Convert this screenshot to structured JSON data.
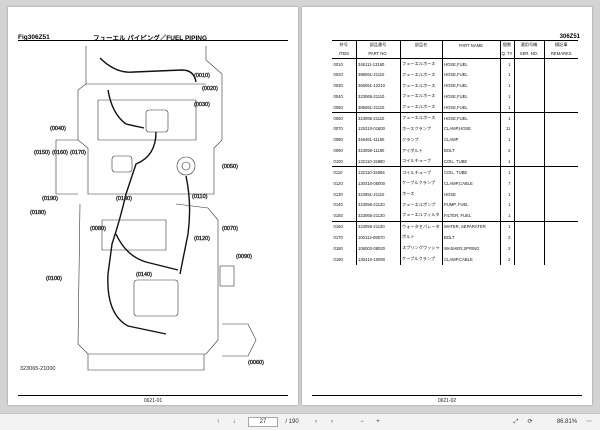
{
  "left_page": {
    "fig_id": "Fig306Z51",
    "title": "フューエル パイピング／FUEL PIPING",
    "drawing_no": "323065-21000",
    "page_no": "0621-01",
    "callouts": [
      "(0010)",
      "(0020)",
      "(0030)",
      "(0040)",
      "(0050)",
      "(0060)",
      "(0070)",
      "(0080)",
      "(0090)",
      "(0100)",
      "(0110)",
      "(0120)",
      "(0130)",
      "(0140)",
      "(0150)",
      "(0160)",
      "(0170)",
      "(0180)",
      "(0190)"
    ]
  },
  "right_page": {
    "ref_id": "306Z51",
    "page_no": "0621-02",
    "headers_jp": [
      "符号",
      "部品番号",
      "部品名",
      "PART NAME",
      "個数",
      "適用号機",
      "摘記事"
    ],
    "headers_en": [
      "ITEM",
      "PART NO.",
      "",
      "",
      "Q. TY",
      "SER. NO.",
      "REMARKS"
    ],
    "rows": [
      {
        "item": "0010",
        "part_no": "346111-13160",
        "jp": "フューエルホース",
        "name": "HOSE,FUEL",
        "qty": "1"
      },
      {
        "item": "0020",
        "part_no": "386061-21110",
        "jp": "フューエルホース",
        "name": "HOSE,FUEL",
        "qty": "1"
      },
      {
        "item": "0030",
        "part_no": "365061-12210",
        "jp": "フューエルホース",
        "name": "HOSE,FUEL",
        "qty": "1"
      },
      {
        "item": "0040",
        "part_no": "323065-21110",
        "jp": "フューエルホース",
        "name": "HOSE,FUEL",
        "qty": "1"
      },
      {
        "item": "0050",
        "part_no": "385061-21110",
        "jp": "フューエルホース",
        "name": "HOSE,FUEL",
        "qty": "1"
      },
      {
        "item": "0060",
        "part_no": "323065-21110",
        "jp": "フューエルホース",
        "name": "HOSE,FUEL",
        "qty": "1"
      },
      {
        "item": "0070",
        "part_no": "125310-01800",
        "jp": "ホースクランプ",
        "name": "CLAMP,HOSE",
        "qty": "11"
      },
      {
        "item": "0080",
        "part_no": "345461-11160",
        "jp": "クランプ",
        "name": "CLAMP",
        "qty": "1"
      },
      {
        "item": "0090",
        "part_no": "323056-11180",
        "jp": "アイボルト",
        "name": "BOLT",
        "qty": "2"
      },
      {
        "item": "0100",
        "part_no": "132110-15880",
        "jp": "コイルチューブ",
        "name": "COIL, TUBE",
        "qty": "1"
      },
      {
        "item": "0110",
        "part_no": "132110-15065",
        "jp": "コイルチューブ",
        "name": "COIL, TUBE",
        "qty": "1"
      },
      {
        "item": "0120",
        "part_no": "130410-05000",
        "jp": "ケーブルクランプ",
        "name": "CLAMP,CABLE",
        "qty": "7"
      },
      {
        "item": "0130",
        "part_no": "323951-21110",
        "jp": "ホース",
        "name": "HOSE",
        "qty": "1"
      },
      {
        "item": "0140",
        "part_no": "323056-21120",
        "jp": "フューエルポンプ",
        "name": "PUMP, FUEL",
        "qty": "1"
      },
      {
        "item": "0150",
        "part_no": "323065-21130",
        "jp": "フューエルフィルタ",
        "name": "FILTER, FUEL",
        "qty": "1"
      },
      {
        "item": "0160",
        "part_no": "323056-21130",
        "jp": "ウォータセパレータ",
        "name": "WATER, SEPARATER",
        "qty": "1"
      },
      {
        "item": "0170",
        "part_no": "100112-08070",
        "jp": "ボルト",
        "name": "BOLT",
        "qty": "2"
      },
      {
        "item": "0180",
        "part_no": "106002-08020",
        "jp": "スプリングワッシャ",
        "name": "WASHER,SPRING",
        "qty": "2"
      },
      {
        "item": "0190",
        "part_no": "130410-10080",
        "jp": "ケーブルクランプ",
        "name": "CLAMP,CABLE",
        "qty": "2"
      }
    ]
  },
  "toolbar": {
    "page_current": "27",
    "page_total": "/ 190",
    "zoom": "86.81%",
    "icons": [
      "arrow-up-icon",
      "arrow-down-icon",
      "prev-page-icon",
      "next-page-icon",
      "zoom-out-icon",
      "zoom-in-icon",
      "fit-icon",
      "rotate-icon",
      "more-icon"
    ]
  }
}
